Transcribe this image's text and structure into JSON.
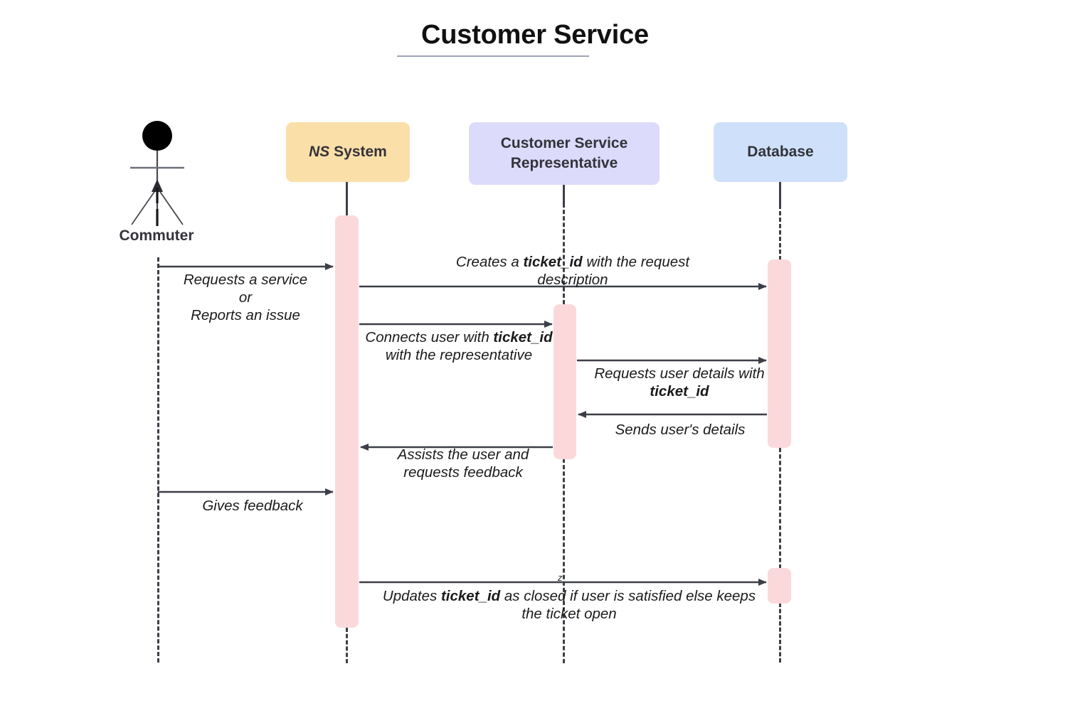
{
  "title": "Customer Service",
  "participants": [
    {
      "id": "commuter",
      "label": "Commuter",
      "kind": "actor",
      "color": ""
    },
    {
      "id": "ns_system",
      "label_italic": "NS",
      "label_rest": " System",
      "label": "NS System",
      "kind": "box",
      "color": "#FBDFA9"
    },
    {
      "id": "csr",
      "label_line1": "Customer Service",
      "label_line2": "Representative",
      "label": "Customer Service Representative",
      "kind": "box",
      "color": "#DDDBFB"
    },
    {
      "id": "database",
      "label": "Database",
      "kind": "box",
      "color": "#CFE0FA"
    }
  ],
  "messages": [
    {
      "id": "m1",
      "from": "commuter",
      "to": "ns_system",
      "direction": "right",
      "lines": [
        {
          "text": "Requests a service"
        },
        {
          "text": "or"
        },
        {
          "text": "Reports an issue"
        }
      ],
      "plain": "Requests a service or Reports an issue"
    },
    {
      "id": "m2",
      "from": "ns_system",
      "to": "database",
      "direction": "right",
      "pre": "Creates a ",
      "bold": "ticket_id",
      "post": " with the request",
      "line2": "description",
      "plain": "Creates a ticket_id with the request description"
    },
    {
      "id": "m3",
      "from": "ns_system",
      "to": "csr",
      "direction": "right",
      "pre": "Connects user with ",
      "bold": "ticket_id",
      "post": "",
      "line2": "with the representative",
      "plain": "Connects user with ticket_id with the representative"
    },
    {
      "id": "m4",
      "from": "csr",
      "to": "database",
      "direction": "right",
      "pre": "Requests user details with",
      "bold": "ticket_id",
      "post": "",
      "line2": "",
      "plain": "Requests user details with ticket_id"
    },
    {
      "id": "m5",
      "from": "database",
      "to": "csr",
      "direction": "left",
      "plain": "Sends user's details"
    },
    {
      "id": "m6",
      "from": "csr",
      "to": "ns_system",
      "direction": "left",
      "line1": "Assists the user and",
      "line2": "requests feedback",
      "plain": "Assists the user and requests feedback"
    },
    {
      "id": "m7",
      "from": "commuter",
      "to": "ns_system",
      "direction": "right",
      "plain": "Gives feedback"
    },
    {
      "id": "m8",
      "from": "ns_system",
      "to": "database",
      "direction": "right",
      "pre": "Updates ",
      "bold": "ticket_id",
      "post": " as closed if user is satisfied else keeps",
      "line2": "the ticket open",
      "plain": "Updates ticket_id as closed if user is satisfied else keeps the ticket open"
    }
  ],
  "artifact": {
    "glyph": "z"
  },
  "colors": {
    "activation": "#FBD9DB",
    "lifeline": "#3c3f47",
    "arrow": "#3c3f47",
    "title_rule": "#9ea3b8",
    "text": "#1b1b1b",
    "participant_text": "#33333a"
  }
}
